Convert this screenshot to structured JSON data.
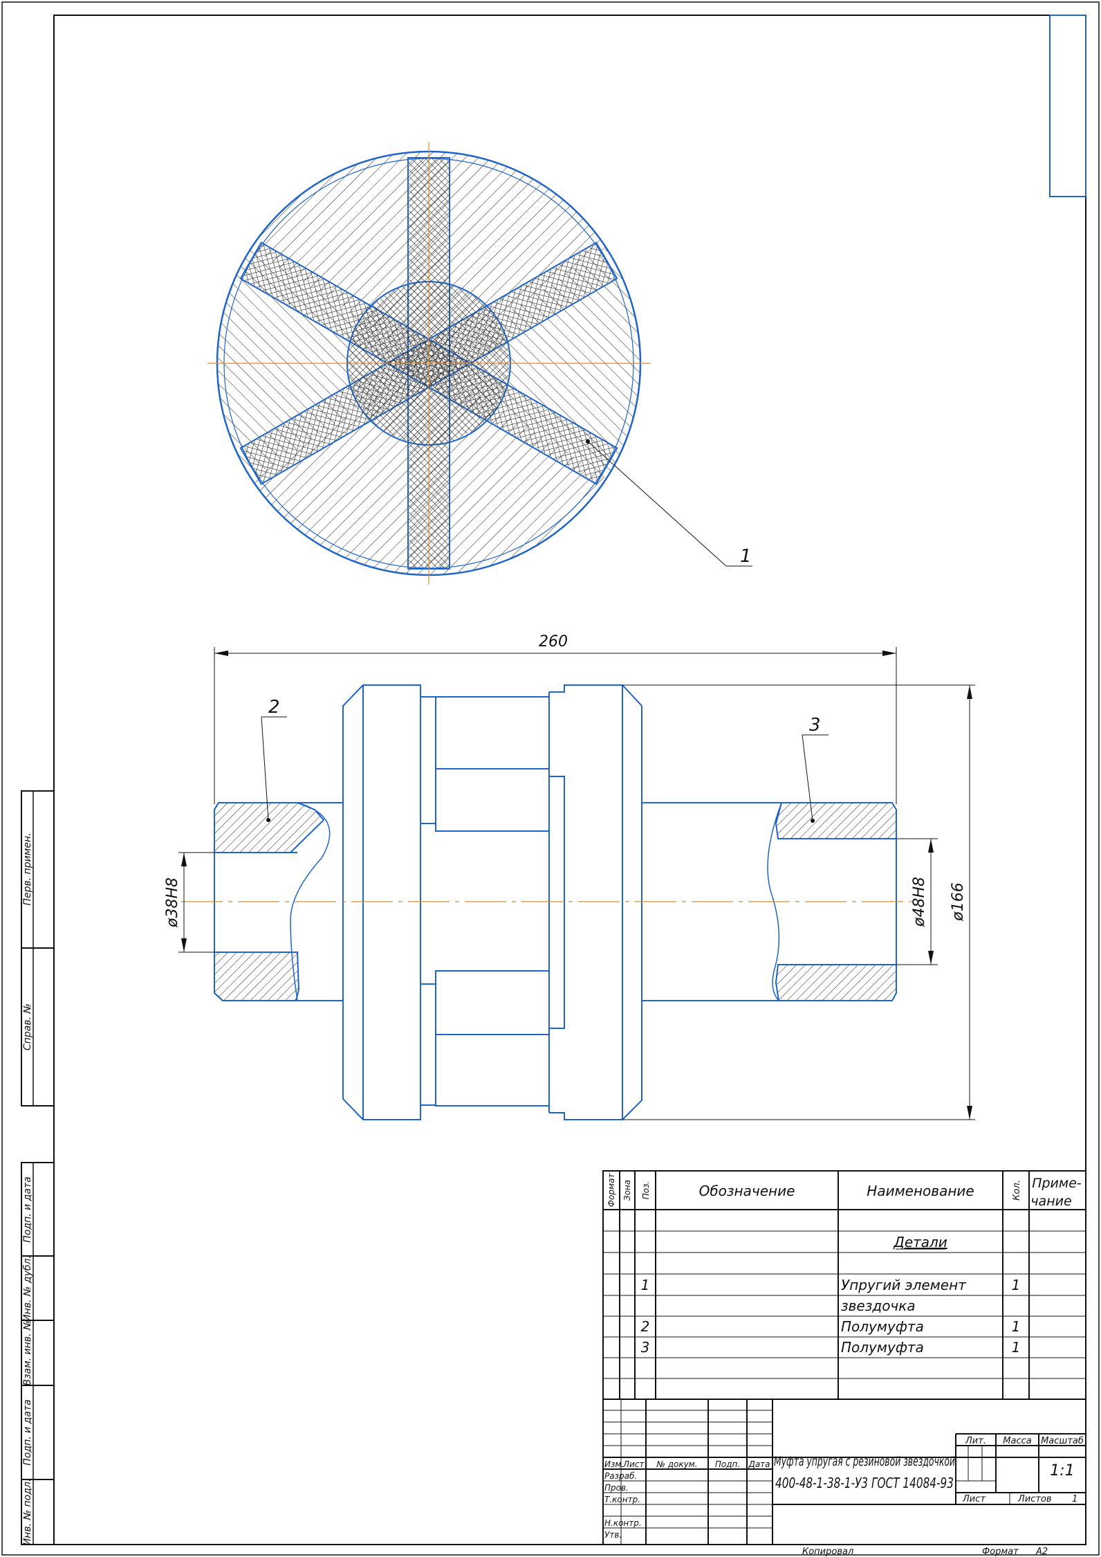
{
  "colors": {
    "contour": "#1f64c8",
    "frame": "#111111",
    "axis": "#e08a2a",
    "dimension": "#111111"
  },
  "callouts": {
    "p1": "1",
    "p2": "2",
    "p3": "3"
  },
  "dimensions": {
    "overall_length": "260",
    "bore_left": "ø38H8",
    "bore_right": "ø48H8",
    "outer_diameter": "ø166"
  },
  "left_strip": {
    "perv_primen": "Перв. примен.",
    "sprav_no": "Справ. №",
    "podp_data_1": "Подп. и дата",
    "inv_dubl": "Инв. № дубл.",
    "vzam_inv": "Взам. инв. №",
    "podp_data_2": "Подп. и дата",
    "inv_podl": "Инв. № подл."
  },
  "spec": {
    "headers": {
      "format": "Формат",
      "zona": "Зона",
      "poz": "Поз.",
      "oboznachenie": "Обозначение",
      "naimenovanie": "Наименование",
      "kol": "Кол.",
      "primechanie_1": "Приме-",
      "primechanie_2": "чание"
    },
    "section": "Детали",
    "rows": [
      {
        "poz": "1",
        "name": "Упругий элемент",
        "qty": "1"
      },
      {
        "poz": "",
        "name": "звездочка",
        "qty": ""
      },
      {
        "poz": "2",
        "name": "Полумуфта",
        "qty": "1"
      },
      {
        "poz": "3",
        "name": "Полумуфта",
        "qty": "1"
      }
    ]
  },
  "stamp": {
    "izm": "Изм.",
    "list": "Лист",
    "dokum": "№ докум.",
    "podp": "Подп.",
    "data": "Дата",
    "razrab": "Разраб.",
    "prov": "Пров.",
    "tkontr": "Т.контр.",
    "nkontr": "Н.контр.",
    "utv": "Утв.",
    "title_1": "Муфта упругая с резиновой звездочкой",
    "title_2": "400-48-1-38-1-У3 ГОСТ 14084-93",
    "lit": "Лит.",
    "massa": "Масса",
    "masshtab": "Масштаб",
    "scale": "1:1",
    "sheet_label": "Лист",
    "sheets_label": "Листов",
    "sheets_count": "1"
  },
  "footer": {
    "kopiroval": "Копировал",
    "format_label": "Формат",
    "format_value": "А2"
  }
}
